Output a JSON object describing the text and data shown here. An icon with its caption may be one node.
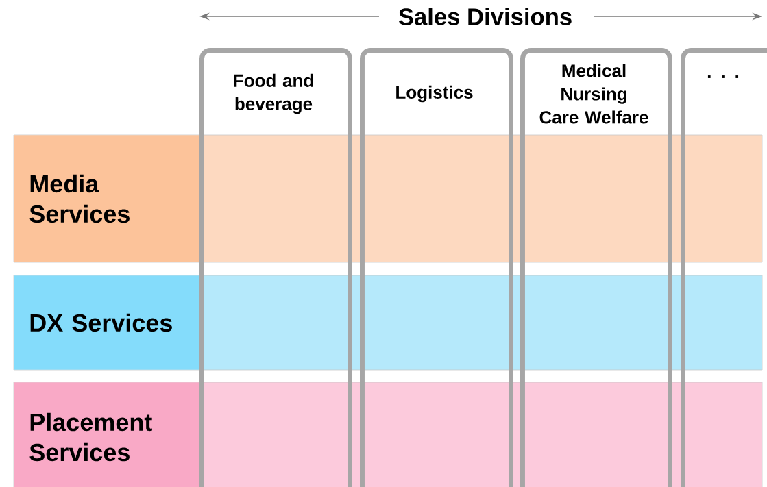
{
  "diagram": {
    "nodes": [
      {
        "text": [
          "Media Services"
        ]
      },
      {
        "text": [
          "DX Services"
        ]
      },
      {
        "text": [
          "Placement Services"
        ]
      },
      {
        "text": [
          "Food and beverage"
        ]
      },
      {
        "text": [
          "Logistics"
        ]
      },
      {
        "text": [
          "Medical Nursing Care Welfare"
        ]
      },
      {
        "text": [
          ". . ."
        ]
      }
    ],
    "labels": [
      "Sales Divisions"
    ]
  }
}
